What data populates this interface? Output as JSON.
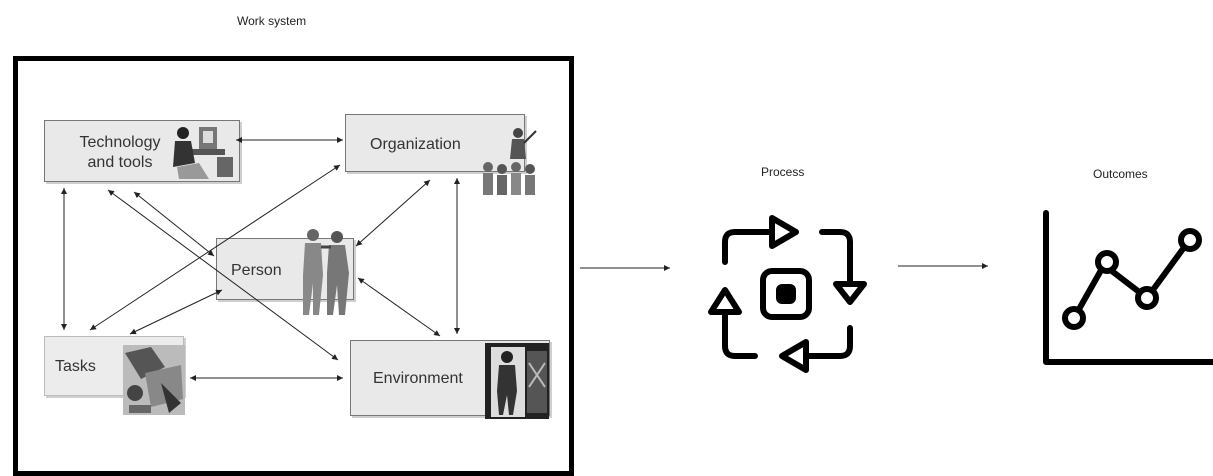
{
  "work_system": {
    "title": "Work system",
    "nodes": {
      "technology": "Technology and tools",
      "organization": "Organization",
      "person": "Person",
      "tasks": "Tasks",
      "environment": "Environment"
    }
  },
  "process": {
    "title": "Process",
    "icon": "process-cycle-icon"
  },
  "outcomes": {
    "title": "Outcomes",
    "icon": "line-chart-icon"
  },
  "colors": {
    "line": "#222222",
    "box_fill": "#e9e9e9",
    "icon": "#000000"
  }
}
